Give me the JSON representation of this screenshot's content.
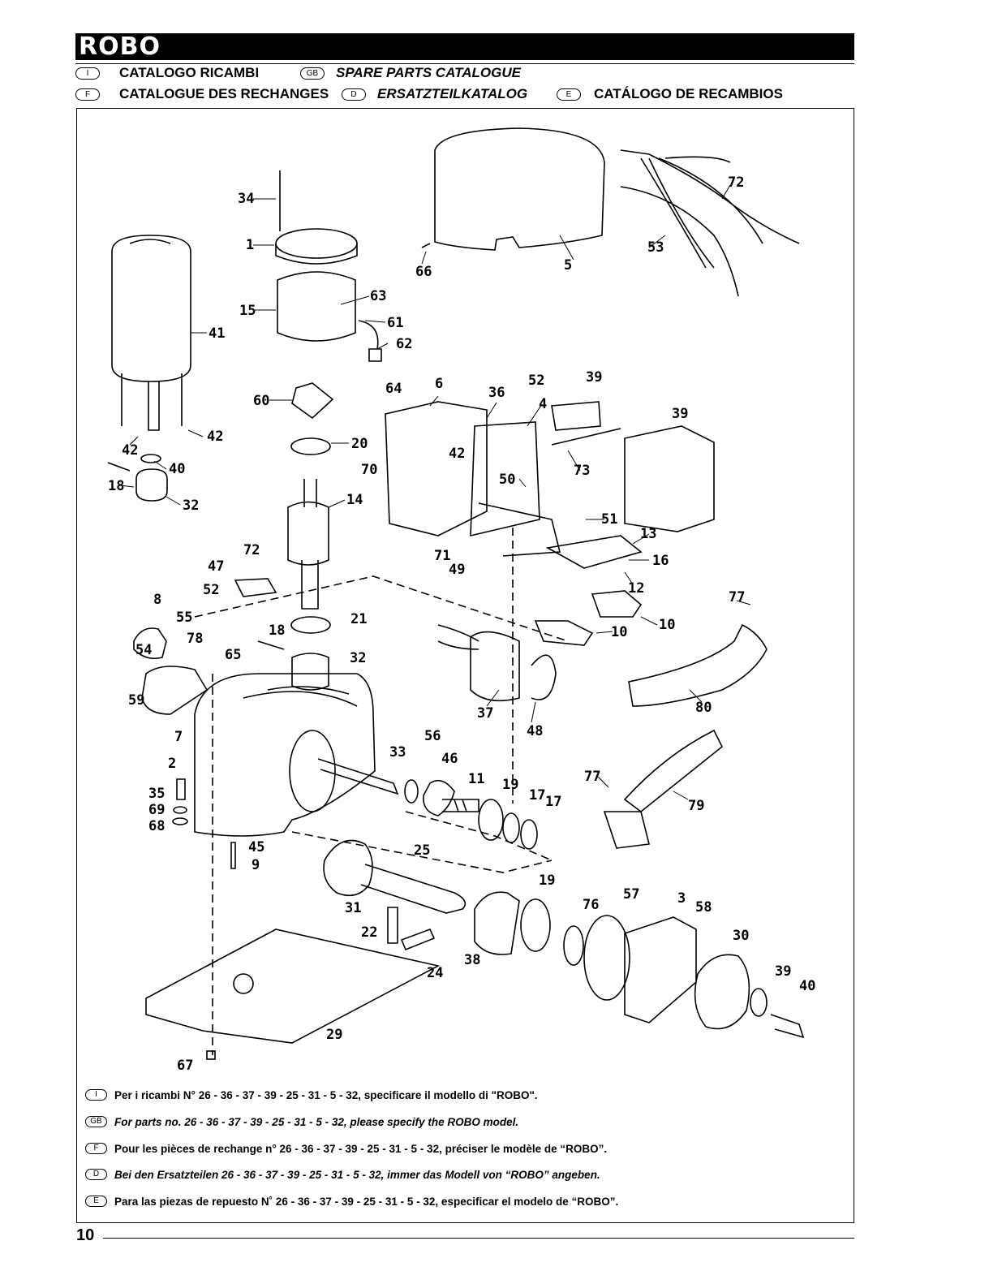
{
  "header": {
    "brand": "ROBO",
    "catalogue_titles": [
      {
        "code": "I",
        "text": "CATALOGO RICAMBI",
        "italic": false
      },
      {
        "code": "GB",
        "text": "SPARE PARTS CATALOGUE",
        "italic": true
      },
      {
        "code": "F",
        "text": "CATALOGUE DES RECHANGES",
        "italic": false
      },
      {
        "code": "D",
        "text": "ERSATZTEILKATALOG",
        "italic": true
      },
      {
        "code": "E",
        "text": "CATÁLOGO DE RECAMBIOS",
        "italic": false
      }
    ]
  },
  "diagram": {
    "part_labels": [
      "34",
      "1",
      "15",
      "63",
      "61",
      "62",
      "41",
      "60",
      "20",
      "42",
      "42",
      "40",
      "18",
      "32",
      "14",
      "72",
      "47",
      "52",
      "8",
      "55",
      "78",
      "65",
      "18",
      "54",
      "59",
      "7",
      "2",
      "35",
      "69",
      "68",
      "45",
      "9",
      "21",
      "32",
      "33",
      "56",
      "46",
      "11",
      "19",
      "17",
      "17",
      "25",
      "31",
      "22",
      "24",
      "38",
      "19",
      "76",
      "57",
      "3",
      "58",
      "30",
      "39",
      "40",
      "29",
      "67",
      "66",
      "5",
      "53",
      "72",
      "64",
      "6",
      "36",
      "4",
      "52",
      "39",
      "39",
      "42",
      "70",
      "50",
      "73",
      "71",
      "49",
      "51",
      "13",
      "16",
      "12",
      "77",
      "10",
      "10",
      "37",
      "48",
      "80",
      "77",
      "79"
    ]
  },
  "notes": [
    {
      "code": "I",
      "text": "Per i ricambi N° 26 - 36 - 37 - 39 - 25 - 31 - 5 - 32, specificare il modello di \"ROBO\".",
      "italic": false
    },
    {
      "code": "GB",
      "text": "For parts no. 26 - 36 - 37 - 39 - 25 - 31 - 5 - 32, please specify the ROBO model.",
      "italic": true
    },
    {
      "code": "F",
      "text": "Pour les pièces de rechange n° 26 - 36 - 37 - 39 - 25 - 31 - 5 - 32, préciser le modèle de “ROBO”.",
      "italic": false
    },
    {
      "code": "D",
      "text": "Bei den Ersatzteilen 26 - 36 - 37 - 39 - 25 - 31 - 5 - 32, immer das Modell von “ROBO” angeben.",
      "italic": true
    },
    {
      "code": "E",
      "text": "Para las piezas de repuesto N˚ 26 - 36 - 37 - 39 - 25 - 31 - 5 - 32, especificar el modelo de “ROBO”.",
      "italic": false
    }
  ],
  "footer": {
    "page_number": "10"
  }
}
